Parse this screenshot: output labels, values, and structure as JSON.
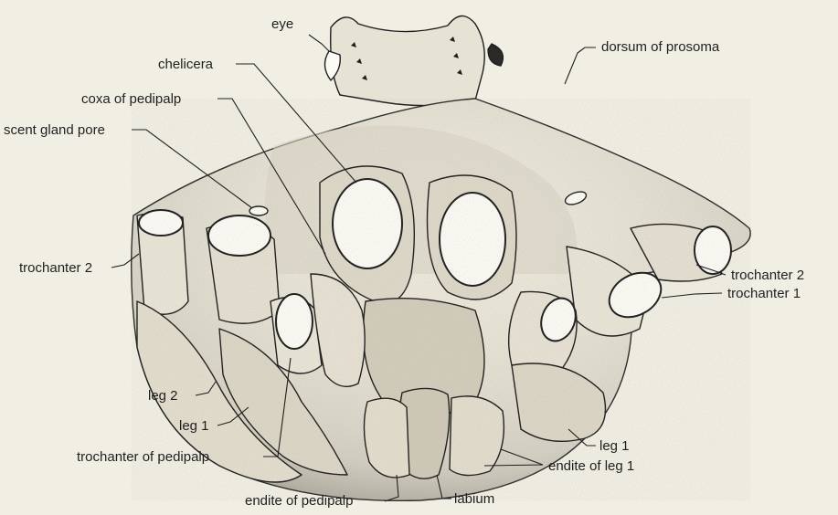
{
  "labels": {
    "eye": "eye",
    "chelicera": "chelicera",
    "dorsum_of_prosoma": "dorsum of prosoma",
    "coxa_of_pedipalp": "coxa of pedipalp",
    "scent_gland_pore": "scent gland pore",
    "trochanter_2_left": "trochanter 2",
    "trochanter_2_right": "trochanter 2",
    "trochanter_1_right": "trochanter 1",
    "leg_2": "leg 2",
    "leg_1_left": "leg 1",
    "trochanter_of_pedipalp": "trochanter of pedipalp",
    "leg_1_right": "leg 1",
    "endite_of_leg_1": "endite of leg 1",
    "endite_of_pedipalp": "endite of pedipalp",
    "labium": "labium"
  },
  "colors": {
    "background": "#f1efe4",
    "ink": "#1f1f1f",
    "stipple": "#6e6a60"
  }
}
